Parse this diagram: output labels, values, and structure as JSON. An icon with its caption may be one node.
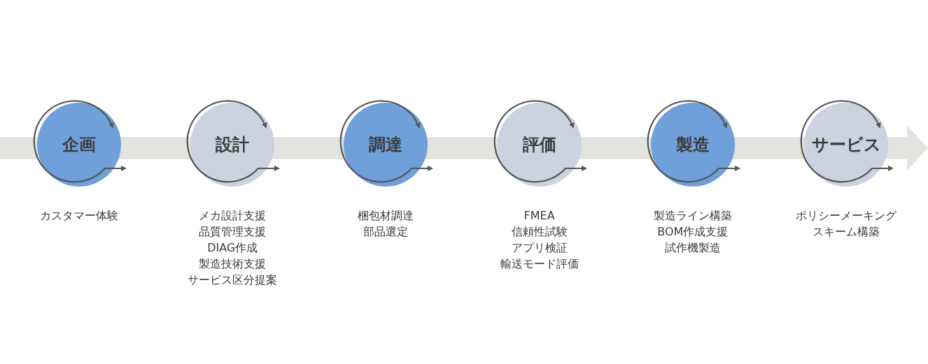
{
  "diagram": {
    "nodes": [
      {
        "text": [
          "企画"
        ],
        "beside": [
          "カスタマー体験"
        ]
      },
      {
        "text": [
          "設計"
        ],
        "beside": [
          "メカ設計支援",
          "品質管理支援",
          "DIAG作成",
          "製造技術支援",
          "サービス区分提案"
        ]
      },
      {
        "text": [
          "調達"
        ],
        "beside": [
          "梱包材調達",
          "部品選定"
        ]
      },
      {
        "text": [
          "評価"
        ],
        "beside": [
          "FMEA",
          "信頼性試験",
          "アプリ検証",
          "輸送モード評価"
        ]
      },
      {
        "text": [
          "製造"
        ],
        "beside": [
          "製造ライン構築",
          "BOM作成支援",
          "試作機製造"
        ]
      },
      {
        "text": [
          "サービス"
        ],
        "beside": [
          "ポリシーメーキング",
          "スキーム構築"
        ]
      }
    ]
  }
}
